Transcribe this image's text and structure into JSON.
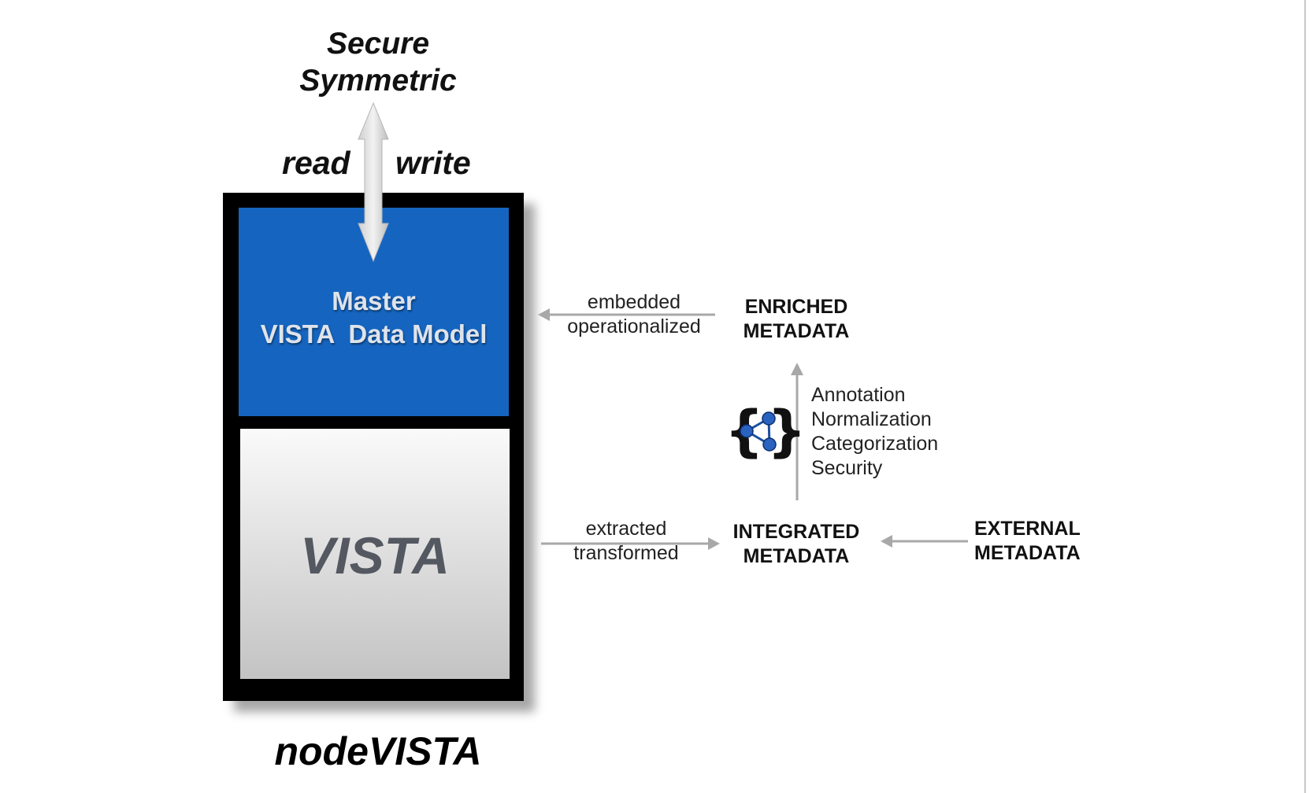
{
  "top": {
    "secure_symmetric": "Secure\nSymmetric",
    "read": "read",
    "write": "write"
  },
  "node": {
    "master_label": "Master\nVISTA  Data Model",
    "vista_label": "VISTA",
    "caption": "nodeVISTA"
  },
  "flows": {
    "embedded_label": "embedded\noperationalized",
    "extracted_label": "extracted\ntransformed"
  },
  "metadata": {
    "enriched": "ENRICHED\nMETADATA",
    "integrated": "INTEGRATED\nMETADATA",
    "external": "EXTERNAL\nMETADATA"
  },
  "processes": [
    "Annotation",
    "Normalization",
    "Categorization",
    "Security"
  ],
  "icons": {
    "rdf": "rdf-graph-icon"
  },
  "colors": {
    "master_blue": "#1565c0",
    "frame_black": "#000000",
    "arrow_gray": "#a8a8a8"
  }
}
